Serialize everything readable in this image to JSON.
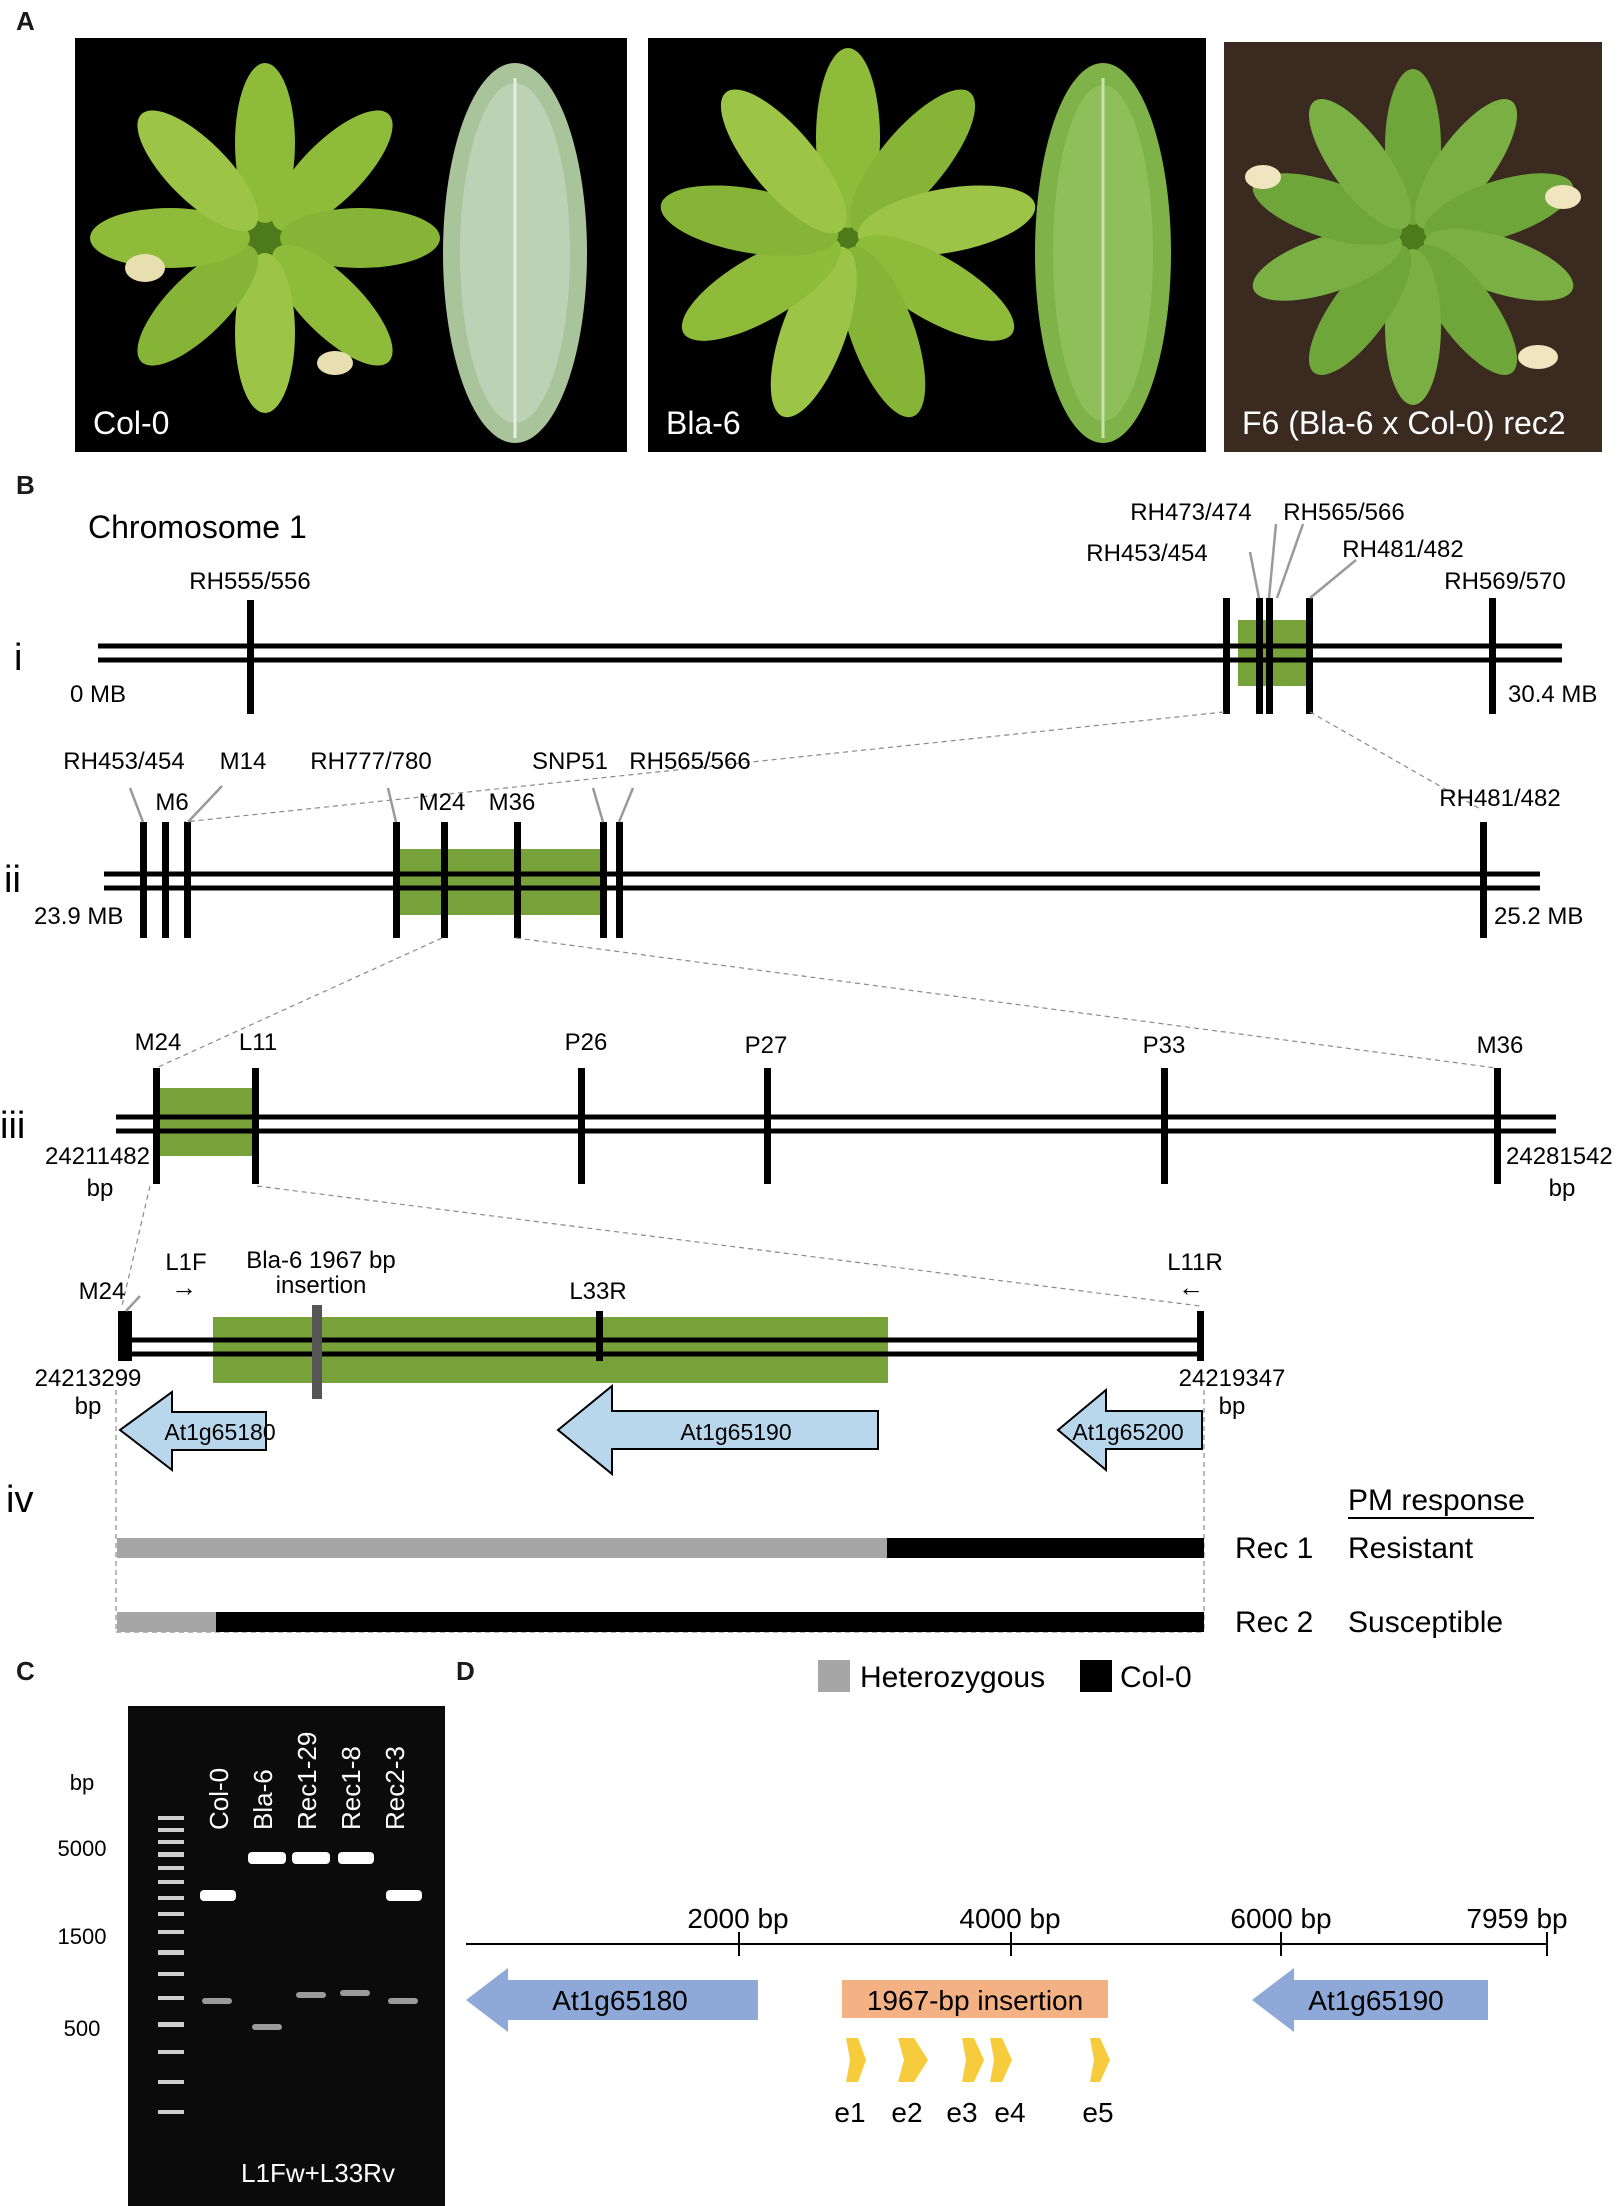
{
  "panels": {
    "a": "A",
    "b": "B",
    "c": "C",
    "d": "D"
  },
  "panel_a": {
    "photos": [
      {
        "label": "Col-0"
      },
      {
        "label": "Bla-6"
      },
      {
        "label": "F6 (Bla-6 x Col-0) rec2"
      }
    ]
  },
  "panel_b": {
    "title": "Chromosome 1",
    "rows": {
      "i": {
        "roman": "i",
        "start_label": "0 MB",
        "end_label": "30.4 MB",
        "markers": [
          "RH555/556",
          "RH453/454",
          "RH473/474",
          "RH565/566",
          "RH481/482",
          "RH569/570"
        ]
      },
      "ii": {
        "roman": "ii",
        "start_label": "23.9 MB",
        "end_label": "25.2 MB",
        "markers": [
          "RH453/454",
          "M6",
          "M14",
          "RH777/780",
          "M24",
          "M36",
          "SNP51",
          "RH565/566",
          "RH481/482"
        ]
      },
      "iii": {
        "roman": "iii",
        "start_label": "24211482",
        "start_unit": "bp",
        "end_label": "24281542",
        "end_unit": "bp",
        "markers": [
          "M24",
          "L11",
          "P26",
          "P27",
          "P33",
          "M36"
        ]
      },
      "iv": {
        "roman": "iv",
        "start_label": "24213299",
        "start_unit": "bp",
        "end_label": "24219347",
        "end_unit": "bp",
        "marker_m24": "M24",
        "primer_left": "L1F",
        "primer_left_arrow": "→",
        "insertion_line1": "Bla-6 1967 bp",
        "insertion_line2": "insertion",
        "marker_l33r": "L33R",
        "primer_right": "L11R",
        "primer_right_arrow": "←",
        "genes": [
          "At1g65180",
          "At1g65190",
          "At1g65200"
        ],
        "pm_header": "PM response",
        "recombinants": [
          {
            "name": "Rec 1",
            "response": "Resistant"
          },
          {
            "name": "Rec 2",
            "response": "Susceptible"
          }
        ],
        "legend": [
          "Heterozygous",
          "Col-0"
        ]
      }
    }
  },
  "panel_c": {
    "bp_unit": "bp",
    "ladder_labels": [
      "5000",
      "1500",
      "500"
    ],
    "lanes": [
      "Col-0",
      "Bla-6",
      "Rec1-29",
      "Rec1-8",
      "Rec2-3"
    ],
    "primer_pair": "L1Fw+L33Rv"
  },
  "panel_d": {
    "axis_ticks": [
      "2000 bp",
      "4000 bp",
      "6000 bp",
      "7959 bp"
    ],
    "genes": [
      "At1g65180",
      "At1g65190"
    ],
    "insertion": "1967-bp insertion",
    "elements": [
      "e1",
      "e2",
      "e3",
      "e4",
      "e5"
    ]
  },
  "colors": {
    "green_region": "#77a23a",
    "gene_arrow": "#b9d7ec",
    "gene_arrow_d": "#8ea9d8",
    "insertion_box": "#f4b183",
    "element_arrow": "#f6cc3c",
    "heterozygous": "#a6a6a6",
    "col0": "#000000"
  }
}
